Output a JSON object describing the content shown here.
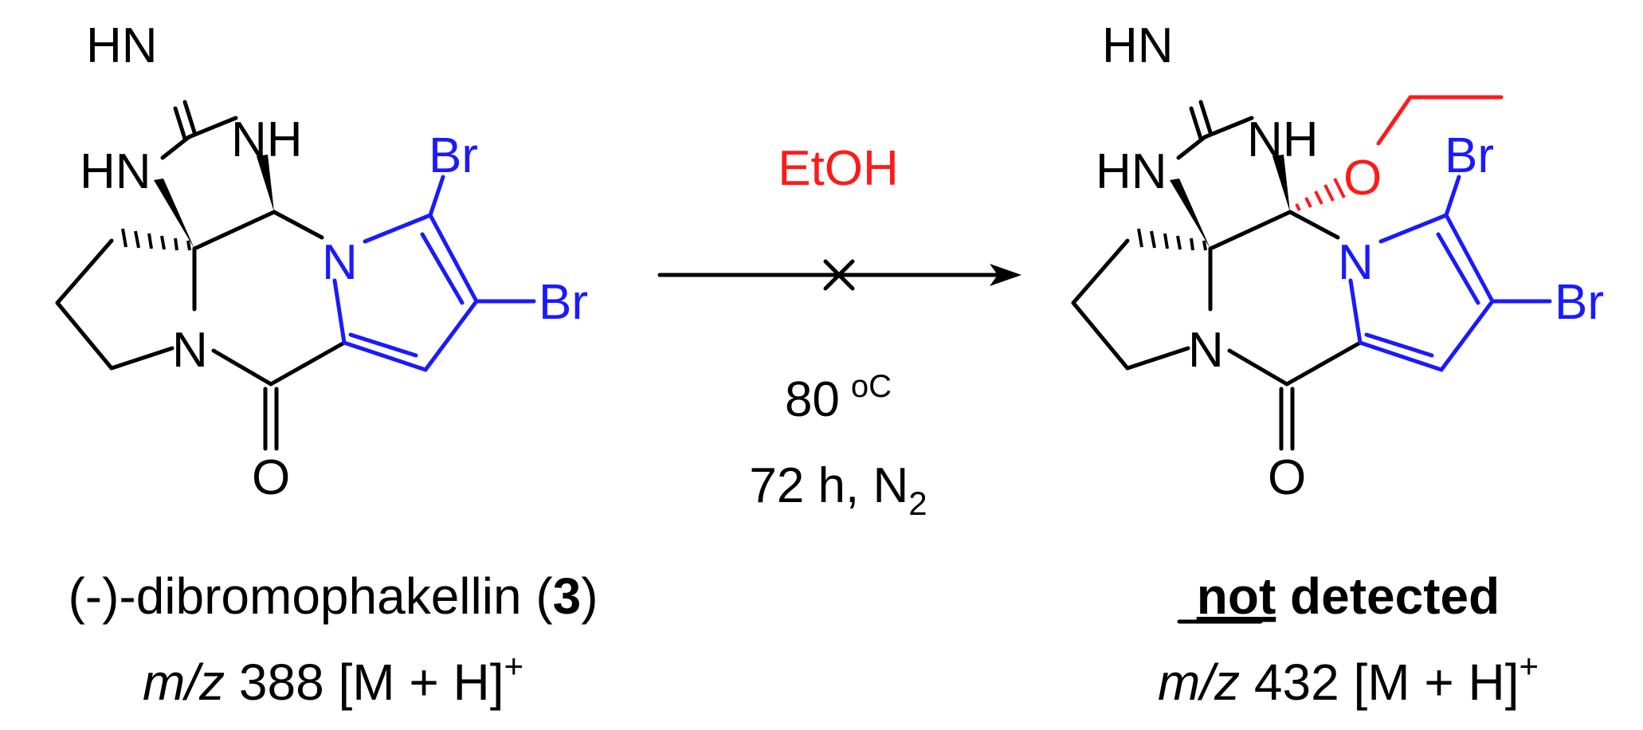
{
  "colors": {
    "core": "#000000",
    "pyrrole": "#1a1aff",
    "ethoxy": "#ff1a1a"
  },
  "atoms": {
    "HN": "HN",
    "NH": "NH",
    "N": "N",
    "O": "O",
    "Br": "Br"
  },
  "reagent": "EtOH",
  "conditions": {
    "temperature": "80",
    "temperature_unit": "oC",
    "time": "72 h, N",
    "atmosphere_subscript": "2"
  },
  "left": {
    "name_prefix": "(-)-dibromophakellin (",
    "compound_number": "3",
    "name_suffix": ")",
    "mz_label": "m/z",
    "mz_value": " 388 [M + H]",
    "charge": "+"
  },
  "right": {
    "status_word": "not",
    "status_rest": " detected",
    "mz_label": "m/z",
    "mz_value": " 432 [M + H]",
    "charge": "+"
  }
}
